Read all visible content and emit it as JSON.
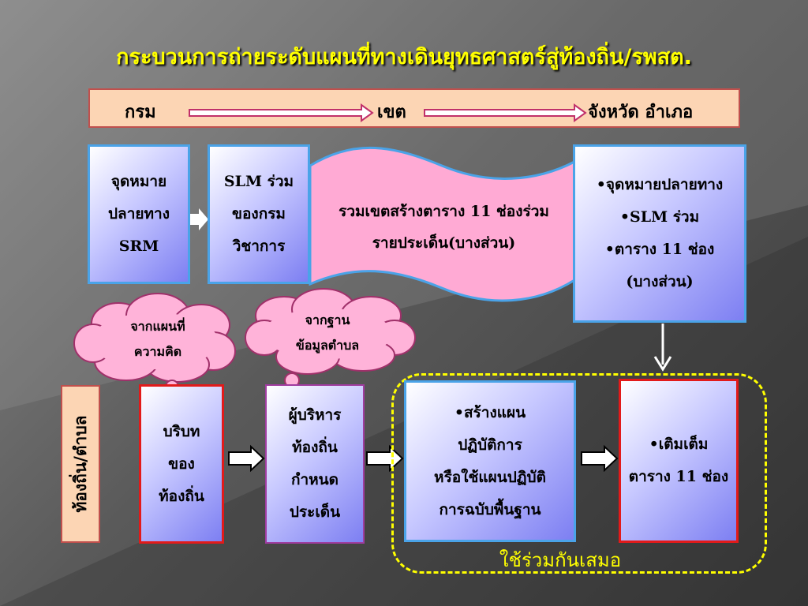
{
  "title": "กระบวนการถ่ายระดับแผนที่ทางเดินยุทธศาสตร์สู่ท้องถิ่น/รพสต.",
  "levels": {
    "department": "กรม",
    "region": "เขต",
    "province_district": "จังหวัด  อำเภอ"
  },
  "top_row": {
    "srm_target": [
      "จุดหมาย",
      "ปลายทาง",
      "SRM"
    ],
    "slm_joint": [
      "SLM ร่วม",
      "ของกรม",
      "วิชาการ"
    ],
    "regional_table": [
      "รวมเขตสร้างตาราง 11 ช่องร่วม",
      "รายประเด็น(บางส่วน)"
    ],
    "province_items": [
      "•จุดหมายปลายทาง",
      "•SLM ร่วม",
      "•ตาราง 11 ช่อง",
      "(บางส่วน)"
    ]
  },
  "clouds": {
    "mind_map": [
      "จากแผนที่",
      "ความคิด"
    ],
    "tambon_data": [
      "จากฐาน",
      "ข้อมูลตำบล"
    ]
  },
  "bottom_row": {
    "local_tab": "ท้องถิ่น/ตำบล",
    "local_context": [
      "บริบท",
      "ของ",
      "ท้องถิ่น"
    ],
    "local_admin": [
      "ผู้บริหาร",
      "ท้องถิ่น",
      "กำหนด",
      "ประเด็น"
    ],
    "create_plan": [
      "•สร้างแผน",
      "ปฏิบัติการ",
      "หรือใช้แผนปฏิบัติ",
      "การฉบับพื้นฐาน"
    ],
    "fill_table": [
      "•เติมเต็ม",
      "ตาราง 11 ช่อง"
    ],
    "use_together": "ใช้ร่วมกันเสมอ"
  },
  "colors": {
    "title": "#ffff00",
    "level_bar": "#fcd5b4",
    "box_border_blue": "#4aa3e8",
    "box_border_red": "#e21a1a",
    "wave_fill": "#ffaad4",
    "cloud_fill": "#ffb3d9",
    "dash": "#ffff00"
  }
}
